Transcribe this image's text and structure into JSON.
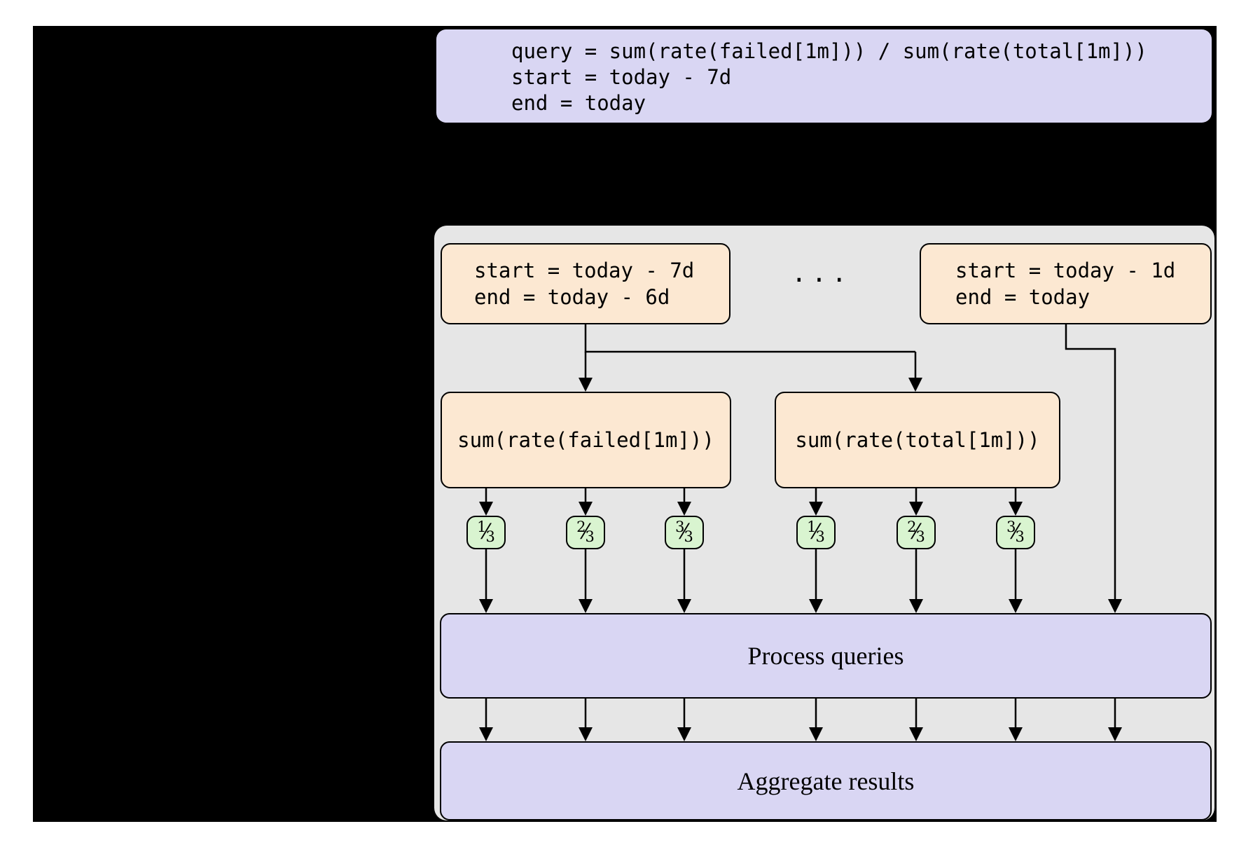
{
  "figure": {
    "query_box": {
      "lines": [
        "query = sum(rate(failed[1m])) / sum(rate(total[1m]))",
        "start = today - 7d",
        "end = today"
      ]
    },
    "splitter": {
      "range_box_first": {
        "lines": [
          "start = today - 7d",
          "end = today - 6d"
        ]
      },
      "range_box_last": {
        "lines": [
          "start = today - 1d",
          "end = today"
        ]
      },
      "ellipsis": "...",
      "subquery_failed": "sum(rate(failed[1m]))",
      "subquery_total": "sum(rate(total[1m]))",
      "fraction_slash": "⁄",
      "fractions": [
        {
          "num": "1",
          "den": "3"
        },
        {
          "num": "2",
          "den": "3"
        },
        {
          "num": "3",
          "den": "3"
        },
        {
          "num": "1",
          "den": "3"
        },
        {
          "num": "2",
          "den": "3"
        },
        {
          "num": "3",
          "den": "3"
        }
      ],
      "process_label": "Process queries",
      "aggregate_label": "Aggregate results"
    },
    "colors": {
      "background": "#ffffff",
      "redacted_black": "#000000",
      "panel_gray": "#e6e6e6",
      "lavender": "#d9d6f3",
      "peach": "#fce8d2",
      "green": "#d9f4d0",
      "line_black": "#000000"
    }
  }
}
